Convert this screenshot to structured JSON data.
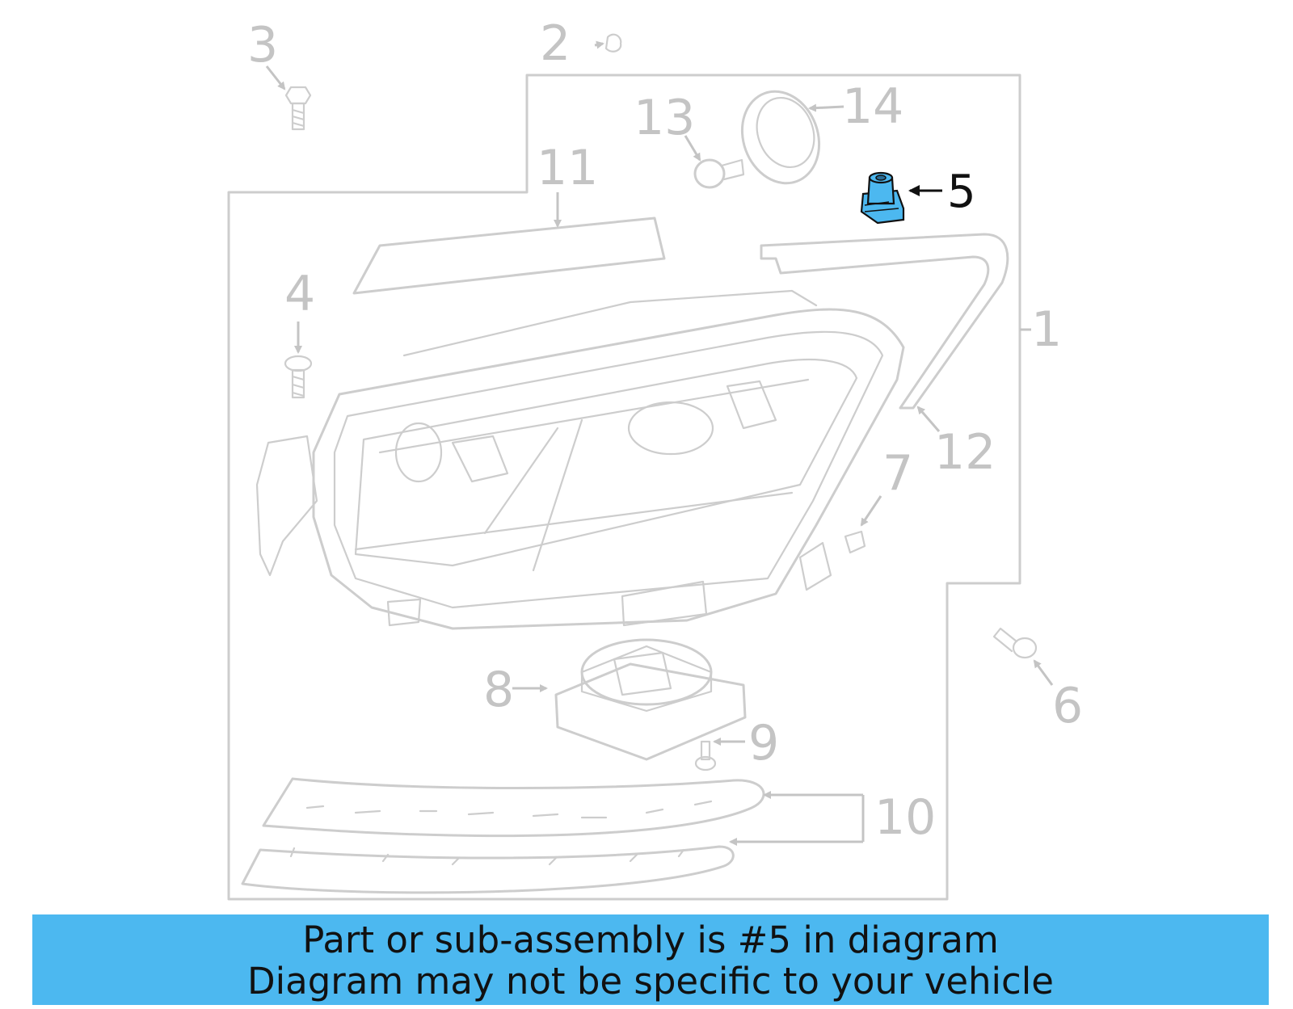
{
  "callouts": {
    "c1": "1",
    "c2": "2",
    "c3": "3",
    "c4": "4",
    "c5": "5",
    "c6": "6",
    "c7": "7",
    "c8": "8",
    "c9": "9",
    "c10": "10",
    "c11": "11",
    "c12": "12",
    "c13": "13",
    "c14": "14"
  },
  "highlighted_part": "5",
  "colors": {
    "highlight": "#4cb8f0",
    "line_art": "#cdcdcd",
    "banner": "#4cb8f0"
  },
  "banner": {
    "line1": "Part or sub-assembly is #5 in diagram",
    "line2": "Diagram may not be specific to your vehicle"
  }
}
